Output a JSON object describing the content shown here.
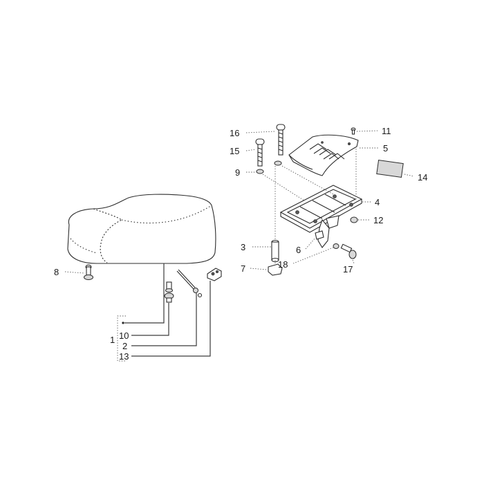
{
  "diagram": {
    "callouts": [
      {
        "id": "c16",
        "label": "16"
      },
      {
        "id": "c15",
        "label": "15"
      },
      {
        "id": "c9",
        "label": "9"
      },
      {
        "id": "c11",
        "label": "11"
      },
      {
        "id": "c5",
        "label": "5"
      },
      {
        "id": "c14",
        "label": "14"
      },
      {
        "id": "c4",
        "label": "4"
      },
      {
        "id": "c12",
        "label": "12"
      },
      {
        "id": "c3",
        "label": "3"
      },
      {
        "id": "c6",
        "label": "6"
      },
      {
        "id": "c7",
        "label": "7"
      },
      {
        "id": "c18",
        "label": "18"
      },
      {
        "id": "c17",
        "label": "17"
      },
      {
        "id": "c8",
        "label": "8"
      },
      {
        "id": "c1",
        "label": "1"
      },
      {
        "id": "c10",
        "label": "10"
      },
      {
        "id": "c2",
        "label": "2"
      },
      {
        "id": "c13",
        "label": "13"
      }
    ]
  }
}
